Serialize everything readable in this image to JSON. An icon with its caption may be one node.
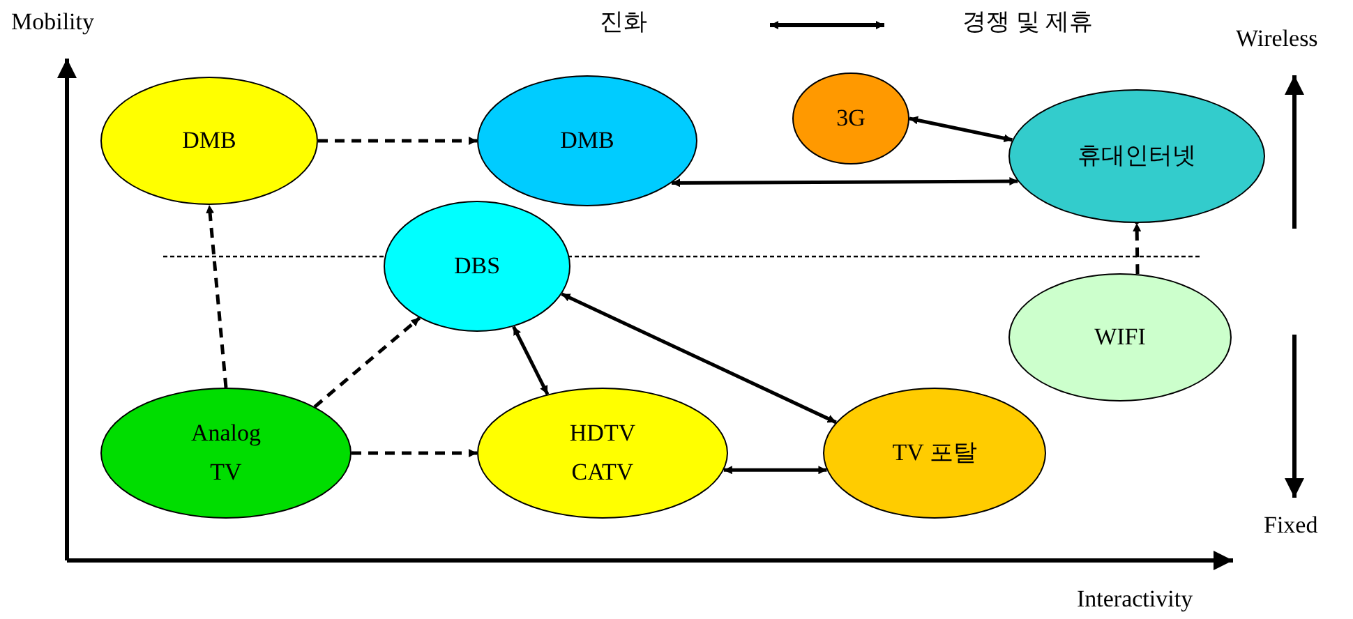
{
  "diagram": {
    "nodes": [
      {
        "text": [
          "DMB"
        ]
      },
      {
        "text": [
          "DMB"
        ]
      },
      {
        "text": [
          "3G"
        ]
      },
      {
        "text": [
          "휴대인터넷"
        ]
      },
      {
        "text": [
          "DBS"
        ]
      },
      {
        "text": [
          "WIFI"
        ]
      },
      {
        "text": [
          "Analog TV"
        ]
      },
      {
        "text": [
          "HDTV CATV"
        ]
      },
      {
        "text": [
          "TV 포탈"
        ]
      }
    ],
    "edges": [
      {
        "from": 0,
        "to": 1,
        "arrow": "to",
        "style": "dashed"
      },
      {
        "from": 6,
        "to": 0,
        "arrow": "to",
        "style": "dashed"
      },
      {
        "from": 6,
        "to": 4,
        "arrow": "to",
        "style": "dashed"
      },
      {
        "from": 6,
        "to": 7,
        "arrow": "to",
        "style": "dashed"
      },
      {
        "from": 5,
        "to": 3,
        "arrow": "to",
        "style": "dashed"
      },
      {
        "from": 2,
        "to": 3,
        "arrow": "both"
      },
      {
        "from": 1,
        "to": 3,
        "arrow": "both"
      },
      {
        "from": 4,
        "to": 7,
        "arrow": "both"
      },
      {
        "from": 4,
        "to": 8,
        "arrow": "both"
      },
      {
        "from": 7,
        "to": 8,
        "arrow": "both"
      }
    ],
    "labels": [
      "Mobility",
      "진화",
      "경쟁 및 제휴",
      "Wireless",
      "Fixed",
      "Interactivity"
    ]
  }
}
